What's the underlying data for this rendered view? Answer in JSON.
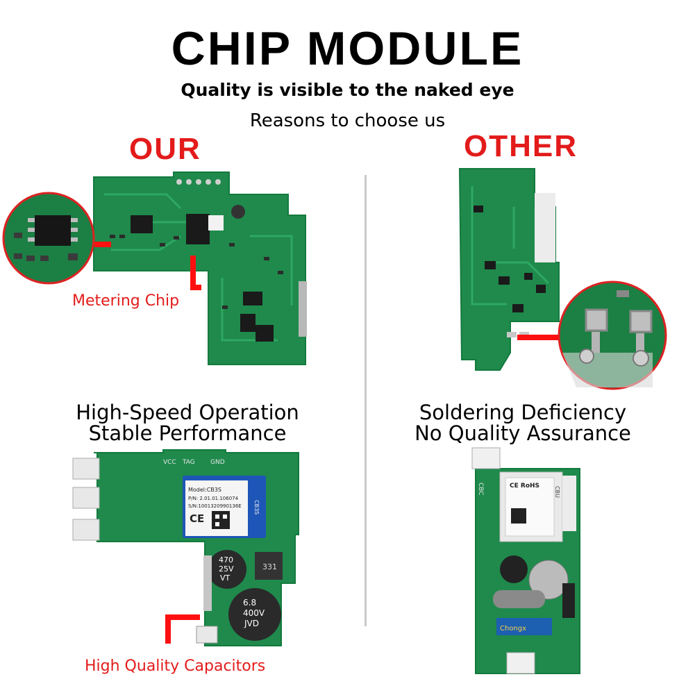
{
  "header": {
    "title": "CHIP MODULE",
    "subtitle": "Quality is visible to the naked eye",
    "tagline": "Reasons to choose us"
  },
  "left": {
    "label": "OUR",
    "callout_top": "Metering Chip",
    "caption_line1": "High-Speed Operation",
    "caption_line2": "Stable Performance",
    "callout_bottom": "High Quality Capacitors",
    "module_model": "Model:CB3S",
    "module_pn": "P/N: 2.01.01.106074",
    "module_sn": "S/N:1001320990136E",
    "module_mark": "CE",
    "module_side": "CB3S",
    "cap1_line1": "470",
    "cap1_line2": "25V",
    "cap1_line3": "VT",
    "cap2_line1": "6.8",
    "cap2_line2": "400V",
    "cap2_line3": "JVD",
    "inductor": "331",
    "silk_top": "VCC",
    "silk_top2": "TAG",
    "silk_top3": "GND"
  },
  "right": {
    "label": "OTHER",
    "caption_line1": "Soldering Deficiency",
    "caption_line2": "No Quality Assurance",
    "module_mark": "CE RoHS",
    "module_side": "CBU",
    "pcb_label": "CBC",
    "cap_brand": "Chongx"
  },
  "colors": {
    "accent": "#e31b1b",
    "pcb_green": "#1f8a4c",
    "pcb_dark": "#146b38"
  }
}
